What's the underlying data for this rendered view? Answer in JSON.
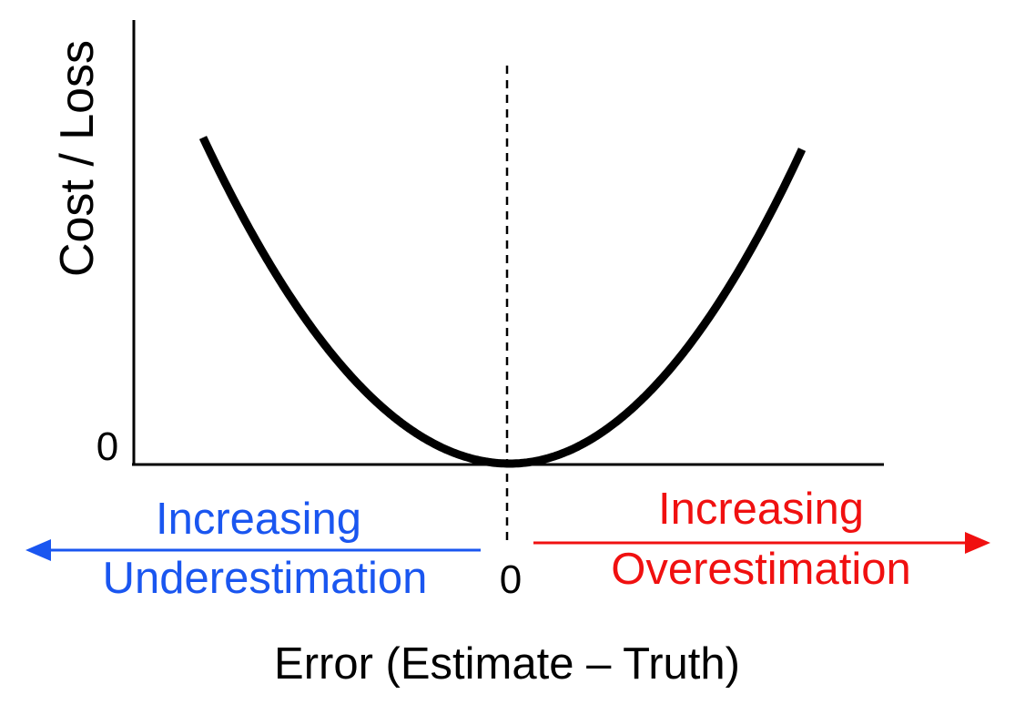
{
  "diagram": {
    "y_axis_label": "Cost / Loss",
    "x_axis_label": "Error (Estimate – Truth)",
    "y_zero_label": "0",
    "x_zero_label": "0",
    "left_annotation": {
      "line1": "Increasing",
      "line2": "Underestimation"
    },
    "right_annotation": {
      "line1": "Increasing",
      "line2": "Overestimation"
    },
    "colors": {
      "curve": "#000000",
      "axes": "#000000",
      "underestimation": "#1a56f0",
      "overestimation": "#f01010"
    },
    "curve_shape": "parabola with minimum at error 0",
    "zero_line": "dashed vertical line at error 0"
  }
}
